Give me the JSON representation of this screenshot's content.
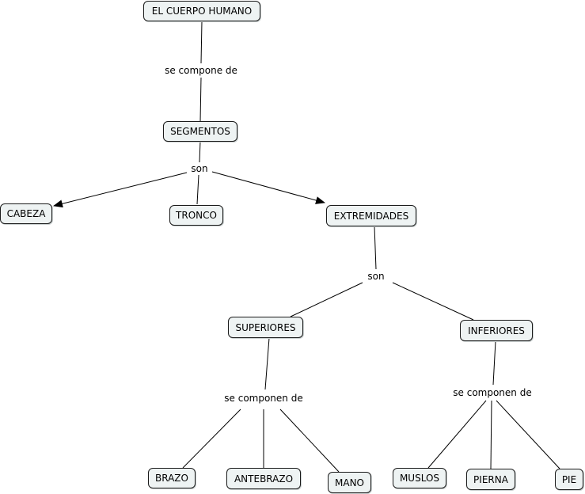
{
  "diagram": {
    "nodes": {
      "cuerpo": "EL CUERPO HUMANO",
      "segmentos": "SEGMENTOS",
      "cabeza": "CABEZA",
      "tronco": "TRONCO",
      "extremidades": "EXTREMIDADES",
      "superiores": "SUPERIORES",
      "inferiores": "INFERIORES",
      "brazo": "BRAZO",
      "antebrazo": "ANTEBRAZO",
      "mano": "MANO",
      "muslos": "MUSLOS",
      "pierna": "PIERNA",
      "pie": "PIE"
    },
    "links": {
      "compone": "se compone de",
      "son_segmentos": "son",
      "son_extremidades": "son",
      "componen_superiores": "se componen de",
      "componen_inferiores": "se componen de"
    }
  }
}
